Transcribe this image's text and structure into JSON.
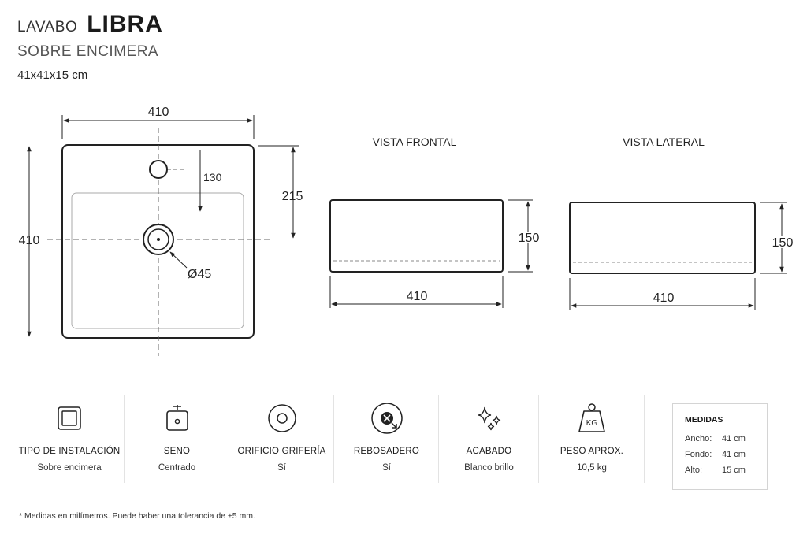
{
  "header": {
    "title_light": "LAVABO",
    "title_bold": "LIBRA",
    "subtitle": "SOBRE ENCIMERA",
    "dimensions": "41x41x15 cm"
  },
  "drawing": {
    "top_view": {
      "width_label": "410",
      "height_label": "410",
      "tap_offset_label": "130",
      "drain_offset_label": "215",
      "drain_diameter_label": "Ø45"
    },
    "front_view": {
      "title": "VISTA FRONTAL",
      "width_label": "410",
      "height_label": "150"
    },
    "side_view": {
      "title": "VISTA LATERAL",
      "width_label": "410",
      "height_label": "150"
    }
  },
  "features": [
    {
      "icon": "installation-square-icon",
      "label": "TIPO DE INSTALACIÓN",
      "value": "Sobre encimera"
    },
    {
      "icon": "basin-drain-icon",
      "label": "SENO",
      "value": "Centrado"
    },
    {
      "icon": "tap-hole-icon",
      "label": "ORIFICIO GRIFERÍA",
      "value": "Sí"
    },
    {
      "icon": "overflow-icon",
      "label": "REBOSADERO",
      "value": "Sí"
    },
    {
      "icon": "sparkle-icon",
      "label": "ACABADO",
      "value": "Blanco brillo"
    },
    {
      "icon": "weight-icon",
      "label": "PESO APROX.",
      "value": "10,5 kg",
      "icon_text": "KG"
    }
  ],
  "medidas": {
    "title": "MEDIDAS",
    "rows": [
      {
        "key": "Ancho:",
        "value": "41 cm"
      },
      {
        "key": "Fondo:",
        "value": "41 cm"
      },
      {
        "key": "Alto:",
        "value": "15 cm"
      }
    ]
  },
  "footnote": "* Medidas en milímetros. Puede haber una tolerancia de ±5 mm."
}
